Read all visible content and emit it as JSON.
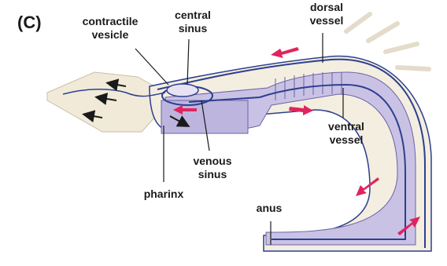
{
  "panel_letter": "(C)",
  "labels": {
    "contractile_line1": "contractile",
    "contractile_line2": "vesicle",
    "central_line1": "central",
    "central_line2": "sinus",
    "dorsal_line1": "dorsal",
    "dorsal_line2": "vessel",
    "ventral_line1": "ventral",
    "ventral_line2": "vessel",
    "venous_line1": "venous",
    "venous_line2": "sinus",
    "pharinx": "pharinx",
    "anus": "anus"
  },
  "colors": {
    "body_fill": "#f1ead9",
    "gut_fill": "#c9c2e4",
    "vessel_stroke": "#2d3f8f",
    "flow_arrow": "#e0245e",
    "label_text": "#1a1a1a"
  }
}
